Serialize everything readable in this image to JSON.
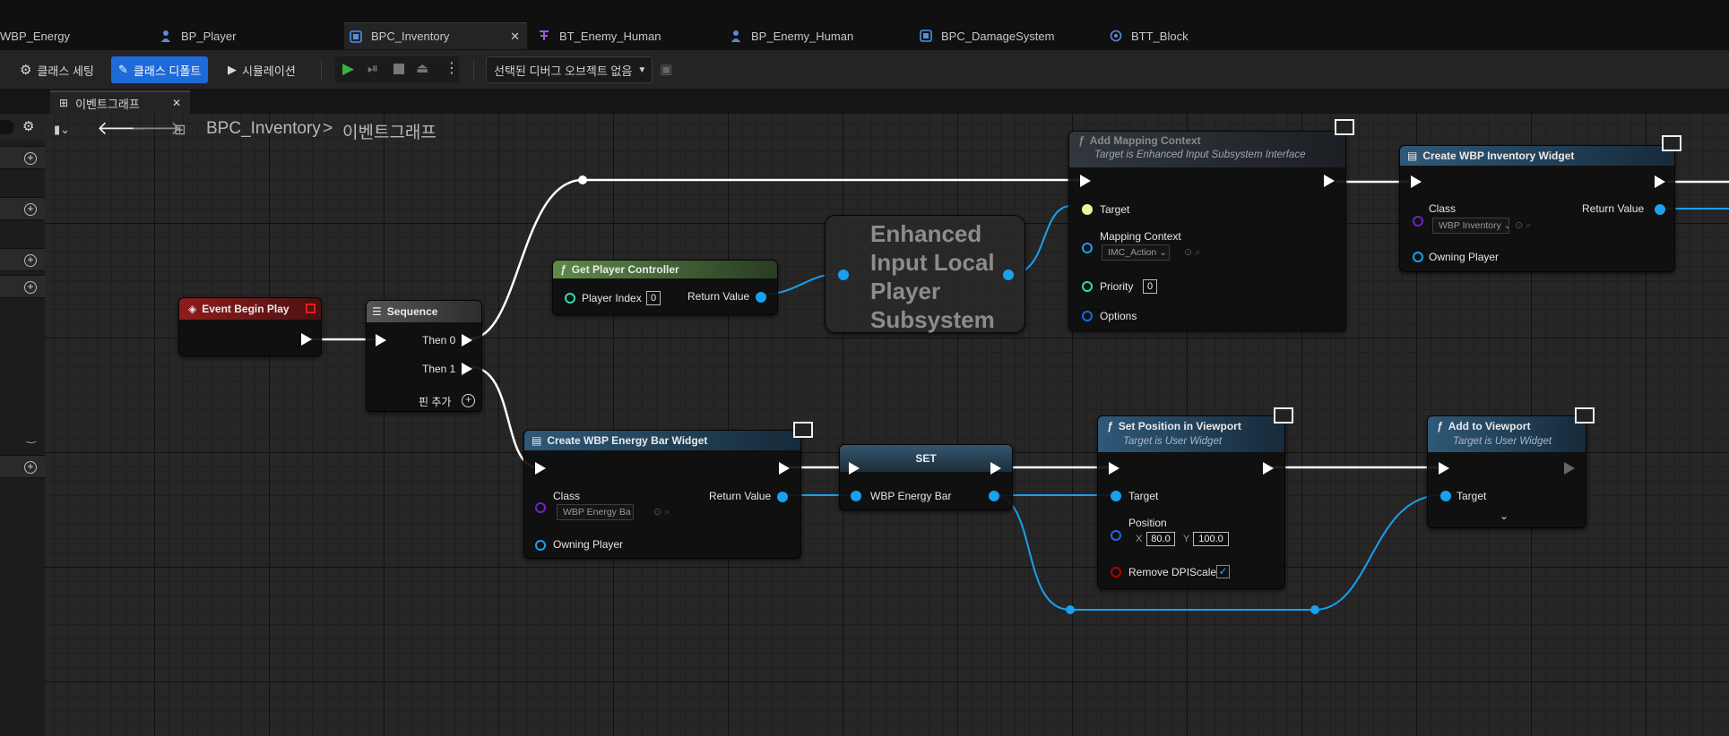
{
  "tabs": [
    {
      "label": "WBP_Energy",
      "icon": "widget-blueprint-icon"
    },
    {
      "label": "BP_Player",
      "icon": "character-blueprint-icon"
    },
    {
      "label": "BPC_Inventory",
      "icon": "component-blueprint-icon",
      "active": true
    },
    {
      "label": "BT_Enemy_Human",
      "icon": "behavior-tree-icon"
    },
    {
      "label": "BP_Enemy_Human",
      "icon": "character-blueprint-icon"
    },
    {
      "label": "BPC_DamageSystem",
      "icon": "component-blueprint-icon"
    },
    {
      "label": "BTT_Block",
      "icon": "task-blueprint-icon"
    }
  ],
  "toolbar": {
    "class_settings": "클래스 세팅",
    "class_defaults": "클래스 디폴트",
    "simulation": "시뮬레이션",
    "debug_object": "선택된 디버그 오브젝트 없음"
  },
  "graph_tab": {
    "label": "이벤트그래프"
  },
  "breadcrumb": {
    "blueprint": "BPC_Inventory",
    "sep": ">",
    "graph": "이벤트그래프"
  },
  "nodes": {
    "event_begin_play": {
      "title": "Event Begin Play"
    },
    "sequence": {
      "title": "Sequence",
      "then0": "Then 0",
      "then1": "Then 1",
      "add_pin": "핀 추가"
    },
    "get_player_controller": {
      "title": "Get Player Controller",
      "player_index_label": "Player Index",
      "player_index_value": "0",
      "return_value": "Return Value"
    },
    "enhanced_input": {
      "title_line1": "Enhanced",
      "title_line2": "Input Local",
      "title_line3": "Player",
      "title_line4": "Subsystem"
    },
    "add_mapping_context": {
      "title": "Add Mapping Context",
      "subtitle": "Target is Enhanced Input Subsystem Interface",
      "target": "Target",
      "mapping_context": "Mapping Context",
      "mapping_value": "IMC_Action",
      "priority": "Priority",
      "priority_value": "0",
      "options": "Options"
    },
    "create_inventory_widget": {
      "title": "Create WBP Inventory Widget",
      "class_label": "Class",
      "class_value": "WBP Inventory",
      "return_value": "Return Value",
      "owning_player": "Owning Player"
    },
    "create_energy_widget": {
      "title": "Create WBP Energy Bar Widget",
      "class_label": "Class",
      "class_value": "WBP Energy Ba",
      "return_value": "Return Value",
      "owning_player": "Owning Player"
    },
    "set_node": {
      "title": "SET",
      "var": "WBP Energy Bar"
    },
    "set_position": {
      "title": "Set Position in Viewport",
      "subtitle": "Target is User Widget",
      "target": "Target",
      "position": "Position",
      "x_label": "X",
      "x_value": "80.0",
      "y_label": "Y",
      "y_value": "100.0",
      "remove_dpi": "Remove DPIScale"
    },
    "add_to_viewport": {
      "title": "Add to Viewport",
      "subtitle": "Target is User Widget",
      "target": "Target"
    }
  },
  "colors": {
    "exec": "#ffffff",
    "object_pin": "#1aa0ef",
    "int_pin": "#2ddfb0",
    "class_pin": "#6e23c8",
    "bool_pin": "#9a0000",
    "event_header": "#8f1c1c",
    "pure_header": "#4e6d3f",
    "func_header": "#2a4d6a",
    "accent": "#1e6ad8"
  }
}
